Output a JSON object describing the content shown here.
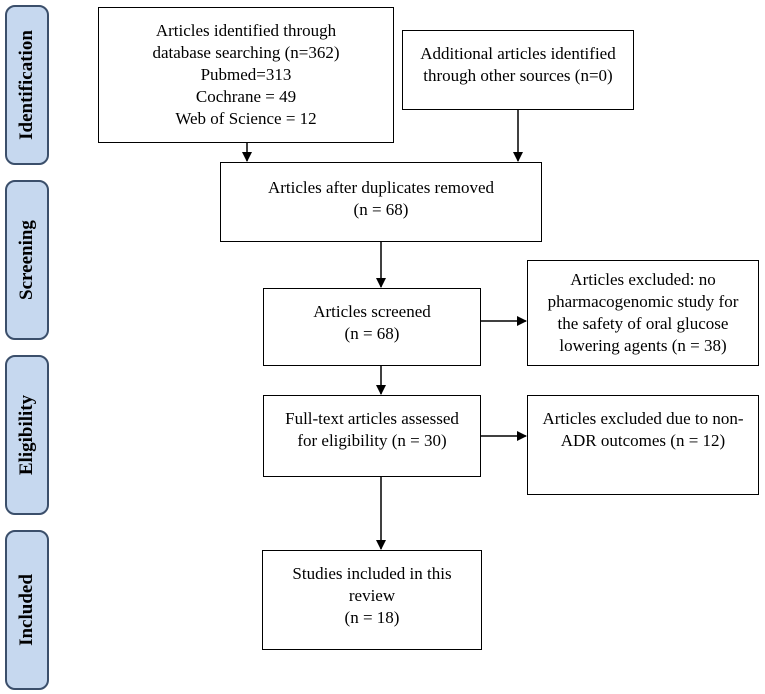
{
  "phases": {
    "identification": "Identification",
    "screening": "Screening",
    "eligibility": "Eligibility",
    "included": "Included"
  },
  "boxes": {
    "database": "Articles identified through\ndatabase searching (n=362)\nPubmed=313\nCochrane = 49\nWeb of Science = 12",
    "other_sources": "Additional articles identified\nthrough other sources (n=0)",
    "duplicates_removed": "Articles after duplicates removed\n(n = 68)",
    "screened": "Articles screened\n(n = 68)",
    "excluded_screening": "Articles excluded: no\npharmacogenomic study for\nthe safety of oral glucose\nlowering agents (n = 38)",
    "full_text": "Full-text articles assessed\nfor eligibility (n = 30)",
    "excluded_eligibility": "Articles excluded due to non-\nADR outcomes (n = 12)",
    "included": "Studies included in this\nreview\n(n = 18)"
  }
}
